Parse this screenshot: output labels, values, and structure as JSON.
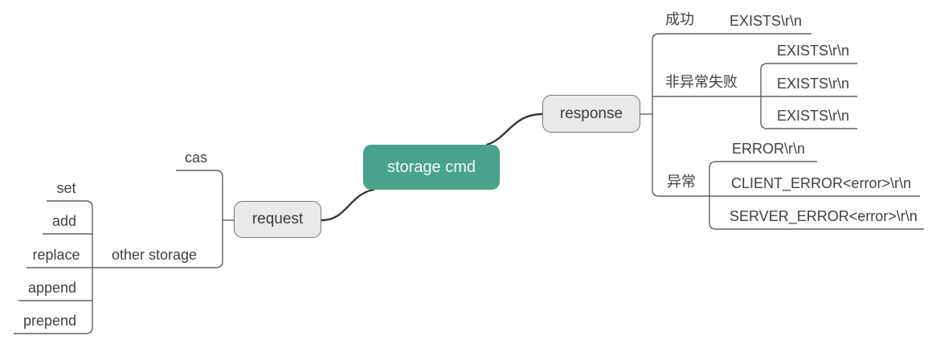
{
  "root": {
    "label": "storage cmd"
  },
  "request_branch": {
    "node_label": "request",
    "children": {
      "cas": {
        "label": "cas"
      },
      "other_storage": {
        "label": "other storage",
        "children": [
          {
            "label": "set"
          },
          {
            "label": "add"
          },
          {
            "label": "replace"
          },
          {
            "label": "append"
          },
          {
            "label": "prepend"
          }
        ]
      }
    }
  },
  "response_branch": {
    "node_label": "response",
    "children": [
      {
        "label": "成功",
        "children": [
          {
            "label": "EXISTS\\r\\n"
          }
        ]
      },
      {
        "label": "非异常失败",
        "children": [
          {
            "label": "EXISTS\\r\\n"
          },
          {
            "label": "EXISTS\\r\\n"
          },
          {
            "label": "EXISTS\\r\\n"
          }
        ]
      },
      {
        "label": "异常",
        "children": [
          {
            "label": "ERROR\\r\\n"
          },
          {
            "label": "CLIENT_ERROR<error>\\r\\n"
          },
          {
            "label": "SERVER_ERROR<error>\\r\\n"
          }
        ]
      }
    ]
  },
  "colors": {
    "root_fill": "#49a28c",
    "root_text": "#f6f8f7",
    "branch_node_fill": "#e9e9e9",
    "branch_node_border": "#757575",
    "line": "#606060",
    "curve": "#383838",
    "text": "#404040",
    "background": "#ffffff"
  }
}
